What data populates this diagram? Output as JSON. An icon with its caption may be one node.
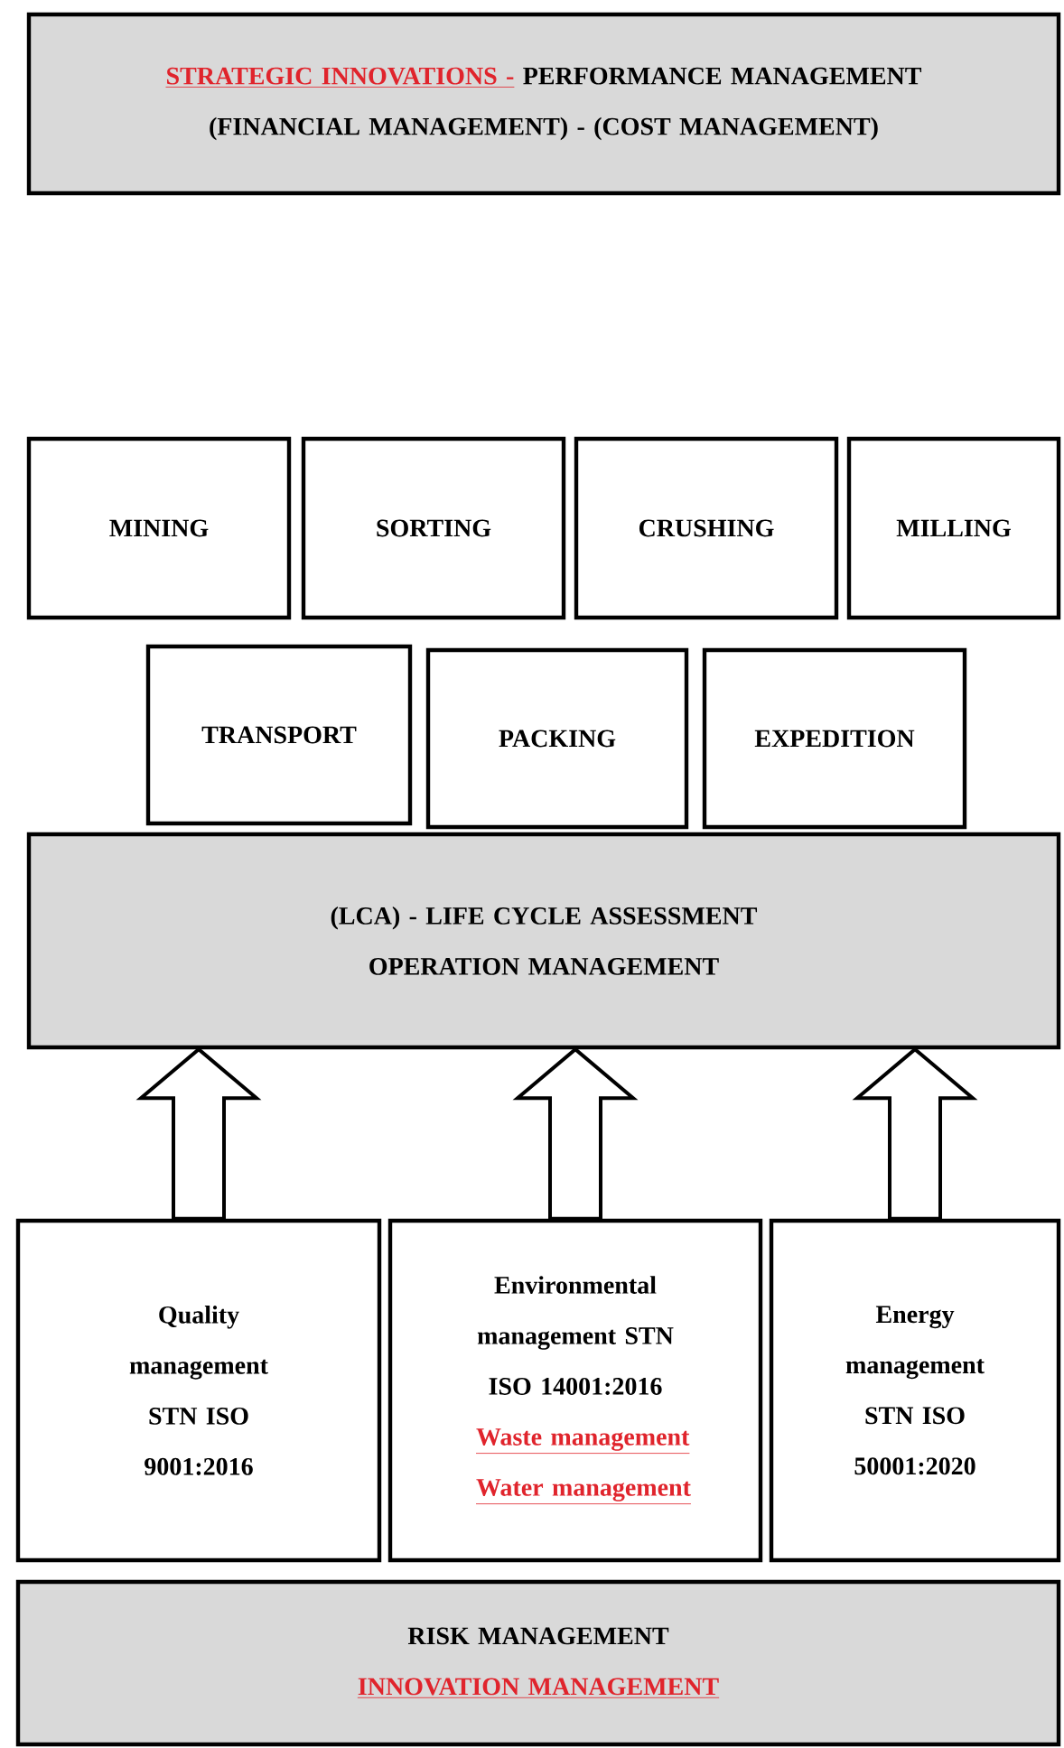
{
  "diagram": {
    "nodes": [
      {
        "text": [
          "STRATEGIC INNOVATIONS -",
          "PERFORMANCE MANAGEMENT",
          "(FINANCIAL MANAGEMENT) - (COST MANAGEMENT)"
        ]
      },
      {
        "text": [
          "MINING"
        ]
      },
      {
        "text": [
          "SORTING"
        ]
      },
      {
        "text": [
          "CRUSHING"
        ]
      },
      {
        "text": [
          "MILLING"
        ]
      },
      {
        "text": [
          "TRANSPORT"
        ]
      },
      {
        "text": [
          "PACKING"
        ]
      },
      {
        "text": [
          "EXPEDITION"
        ]
      },
      {
        "text": [
          "(LCA) - LIFE CYCLE ASSESSMENT",
          "OPERATION MANAGEMENT"
        ]
      },
      {
        "text": [
          "Quality management STN ISO 9001:2016"
        ]
      },
      {
        "text": [
          "Environmental management STN ISO 14001:2016",
          "Waste management",
          "Water management"
        ]
      },
      {
        "text": [
          "Energy management STN ISO 50001:2020"
        ]
      },
      {
        "text": [
          "RISK MANAGEMENT",
          "INNOVATION MANAGEMENT"
        ]
      }
    ],
    "edges": [
      {
        "from": 9,
        "to": 8,
        "arrow": "to"
      },
      {
        "from": 10,
        "to": 8,
        "arrow": "to"
      },
      {
        "from": 11,
        "to": 8,
        "arrow": "to"
      }
    ]
  }
}
